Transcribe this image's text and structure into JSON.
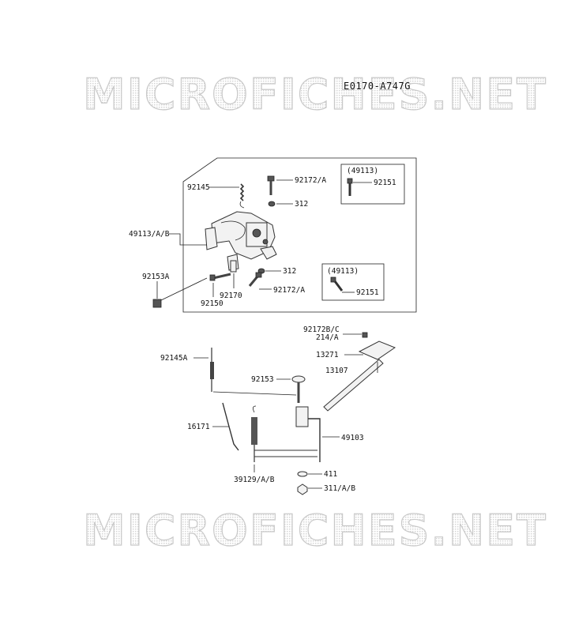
{
  "diagram_code": "E0170-A747G",
  "watermarks": [
    "MICROFICHES.NET",
    "MICROFICHES.NET"
  ],
  "insets": [
    {
      "title": "(49113)",
      "part": "92151"
    },
    {
      "title": "(49113)",
      "part": "92151"
    }
  ],
  "labels": {
    "p92145": "92145",
    "p92172a_top": "92172/A",
    "p312_top": "312",
    "p49113ab": "49113/A/B",
    "p312_low": "312",
    "p92172a_low": "92172/A",
    "p92153a": "92153A",
    "p92170": "92170",
    "p92150": "92150",
    "p92172bc": "92172B/C",
    "p214a": "214/A",
    "p13271": "13271",
    "p92145a": "92145A",
    "p13107": "13107",
    "p92153": "92153",
    "p16171": "16171",
    "p49103": "49103",
    "p39129ab": "39129/A/B",
    "p411": "411",
    "p311ab": "311/A/B"
  }
}
